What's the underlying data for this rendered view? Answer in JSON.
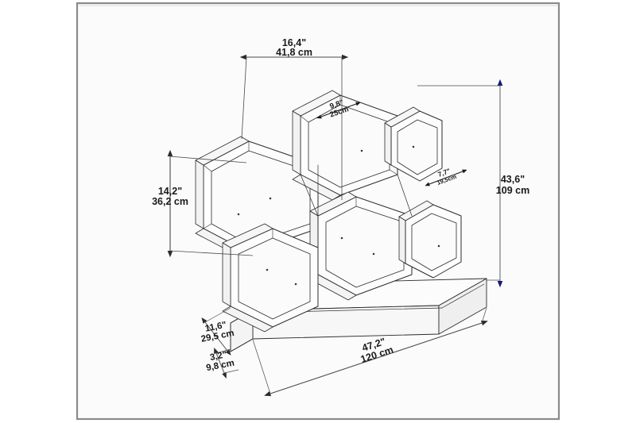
{
  "drawing": {
    "title": "Hexagonal Honeycomb Shelf Unit - Dimensioned Technical Drawing",
    "background_color": "#ffffff",
    "frame_color": "#8a8a8a",
    "line_color": "#2b2b2b",
    "dimension_line_color": "#4a4a4a",
    "accent_arrow_color": "#181878",
    "panel_fill": "#fdfdfd"
  },
  "dimensions": {
    "top_width": {
      "name": "top-hexagon-span",
      "imperial": "16,4\"",
      "metric": "41,8 cm",
      "orientation": "horizontal"
    },
    "left_height": {
      "name": "hexagon-height",
      "imperial": "14,2\"",
      "metric": "36,2 cm",
      "orientation": "vertical"
    },
    "right_total_height": {
      "name": "overall-height",
      "imperial": "43,6\"",
      "metric": "109 cm",
      "orientation": "vertical"
    },
    "hex_face_depth": {
      "name": "hexagon-face-width",
      "imperial": "9,8\"",
      "metric": "25cm",
      "orientation": "angled"
    },
    "small_face": {
      "name": "small-hexagon-face",
      "imperial": "7,7\"",
      "metric": "19,5cm",
      "orientation": "angled"
    },
    "base_depth": {
      "name": "base-depth",
      "imperial": "11,6\"",
      "metric": "29,5 cm",
      "orientation": "angled"
    },
    "base_thickness": {
      "name": "base-thickness",
      "imperial": "3,2\"",
      "metric": "9,8 cm",
      "orientation": "angled"
    },
    "base_width": {
      "name": "base-width",
      "imperial": "47,2\"",
      "metric": "120 cm",
      "orientation": "angled"
    }
  }
}
